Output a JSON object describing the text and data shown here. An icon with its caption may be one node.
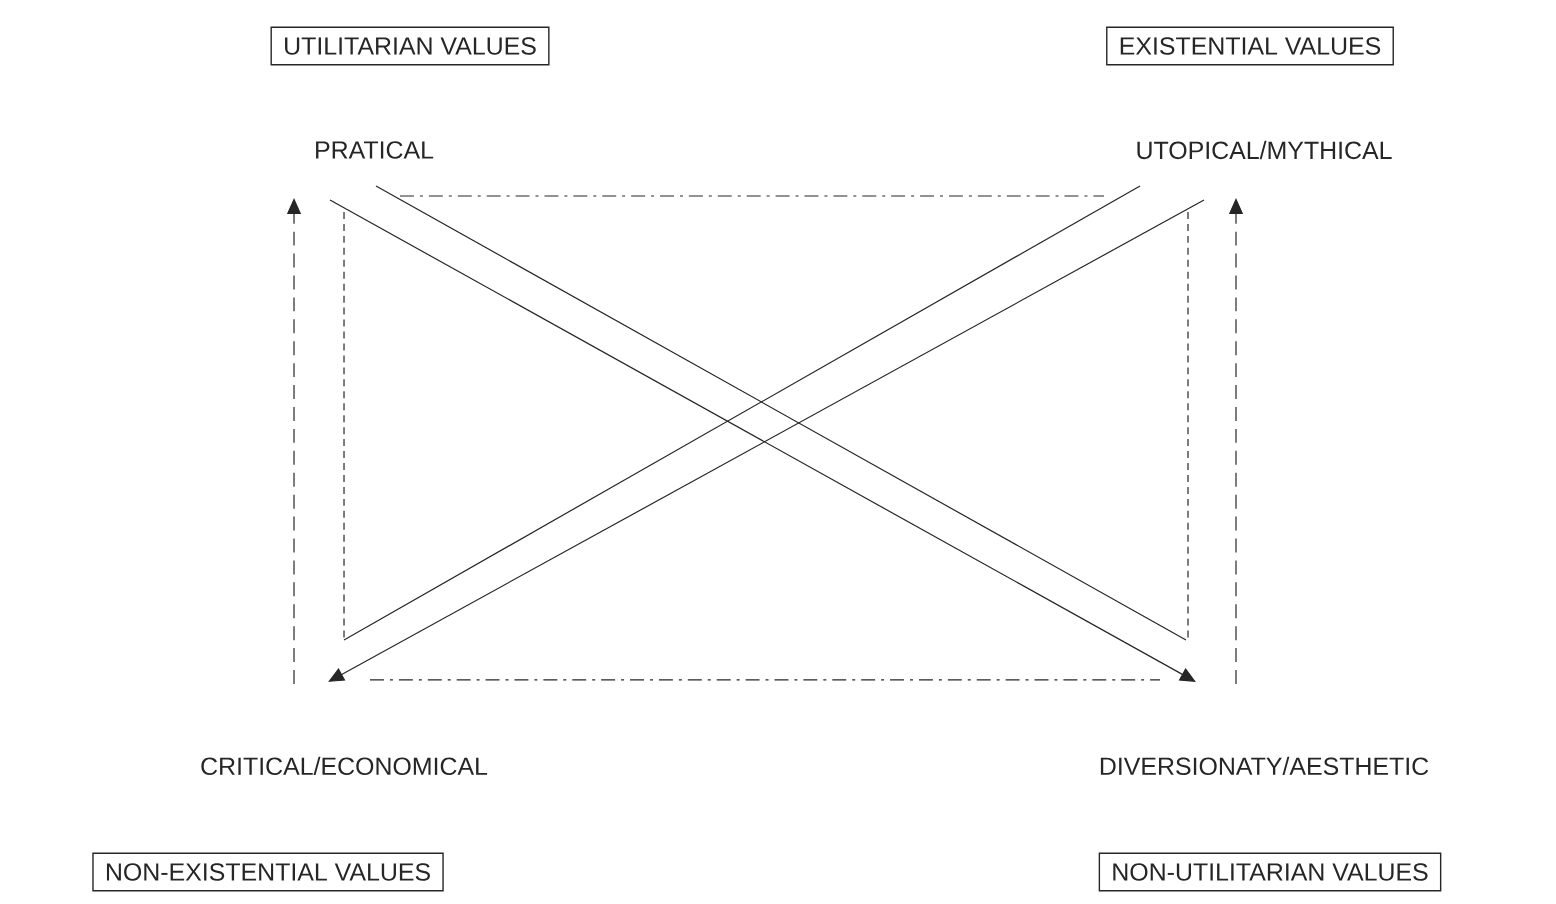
{
  "diagram": {
    "nodes": [
      {
        "text": [
          "UTILITARIAN VALUES"
        ]
      },
      {
        "text": [
          "EXISTENTIAL VALUES"
        ]
      },
      {
        "text": [
          "PRATICAL"
        ]
      },
      {
        "text": [
          "UTOPICAL/MYTHICAL"
        ]
      },
      {
        "text": [
          "CRITICAL/ECONOMICAL"
        ]
      },
      {
        "text": [
          "DIVERSIONATY/AESTHETIC"
        ]
      },
      {
        "text": [
          "NON-EXISTENTIAL VALUES"
        ]
      },
      {
        "text": [
          "NON-UTILITARIAN VALUES"
        ]
      }
    ],
    "edges": [
      {
        "from": 2,
        "to": 3,
        "arrow": "none",
        "style": "dashed"
      },
      {
        "from": 4,
        "to": 5,
        "arrow": "none",
        "style": "dashed"
      },
      {
        "from": 4,
        "to": 2,
        "arrow": "to",
        "style": "dashed"
      },
      {
        "from": 5,
        "to": 3,
        "arrow": "to",
        "style": "dashed"
      },
      {
        "from": 2,
        "to": 4,
        "arrow": "none",
        "style": "dashed"
      },
      {
        "from": 3,
        "to": 5,
        "arrow": "none",
        "style": "dashed"
      },
      {
        "from": 2,
        "to": 5,
        "arrow": "none"
      },
      {
        "from": 2,
        "to": 5,
        "arrow": "to"
      },
      {
        "from": 3,
        "to": 4,
        "arrow": "none"
      },
      {
        "from": 3,
        "to": 4,
        "arrow": "to"
      }
    ]
  }
}
